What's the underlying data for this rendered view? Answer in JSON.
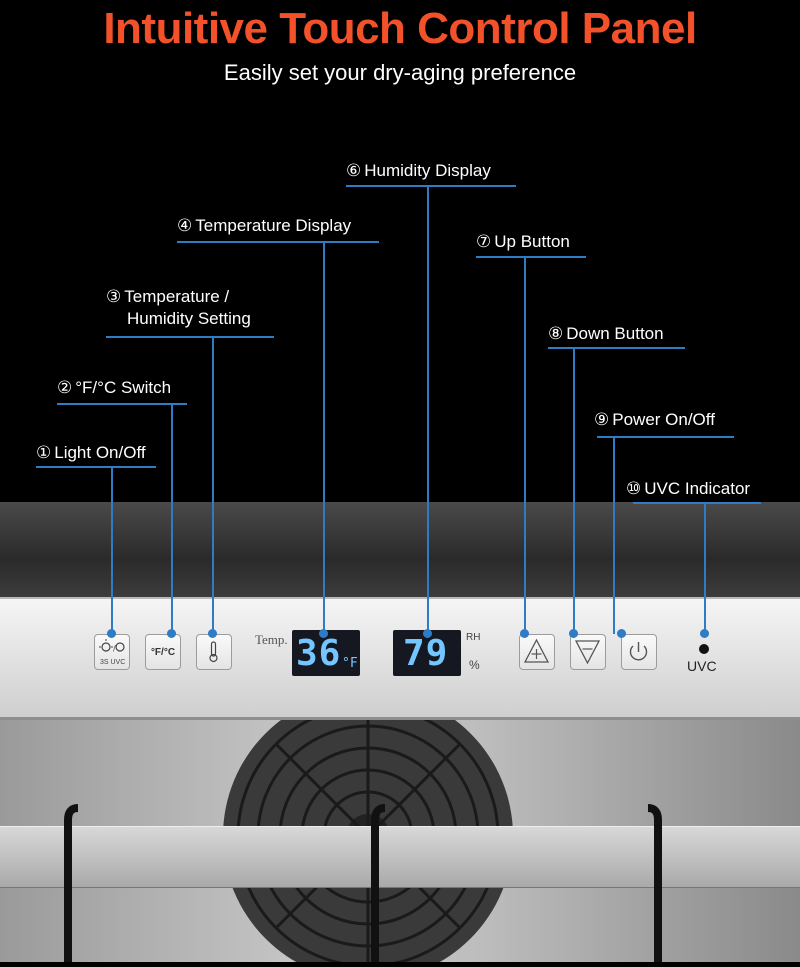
{
  "header": {
    "title": "Intuitive Touch Control Panel",
    "subtitle": "Easily set your dry-aging preference"
  },
  "callouts": [
    {
      "num": "①",
      "label": "Light On/Off"
    },
    {
      "num": "②",
      "label": "°F/°C Switch"
    },
    {
      "num": "③",
      "label": "Temperature /",
      "label2": "Humidity Setting"
    },
    {
      "num": "④",
      "label": "Temperature Display"
    },
    {
      "num": "⑥",
      "label": "Humidity Display"
    },
    {
      "num": "⑦",
      "label": "Up Button"
    },
    {
      "num": "⑧",
      "label": "Down Button"
    },
    {
      "num": "⑨",
      "label": "Power On/Off"
    },
    {
      "num": "⑩",
      "label": "UVC Indicator"
    }
  ],
  "panel": {
    "light_button_sub": "3S UVC",
    "unit_button_label": "°F/°C",
    "temp_label": "Temp.",
    "temp_value": "36",
    "temp_unit": "°F",
    "rh_label": "RH",
    "humidity_value": "79",
    "humidity_unit": "%",
    "uvc_label": "UVC"
  },
  "colors": {
    "title": "#f2512a",
    "callout_line": "#2e7bc6",
    "lcd_text": "#73c6ff"
  }
}
